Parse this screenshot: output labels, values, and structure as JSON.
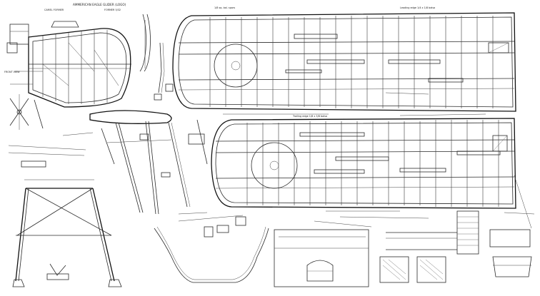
{
  "sheet": {
    "title": "AMMERICAN EAGLE GLIDER (LOGO)",
    "background": "#ffffff",
    "line_color": "#1c1c1c"
  },
  "fuselage_view": {
    "name": "fuselage-side-view"
  },
  "upper_wing": {
    "name": "upper-wing-plan",
    "header_note_left": "1/8 sq. bal. spars",
    "header_note_right": "Leading edge 1/4 x 1/8 balsa"
  },
  "lower_wing": {
    "name": "lower-wing-plan",
    "header_note_left": "Trailing edge 1/8 x 3/8 balsa"
  },
  "landing_gear": {
    "name": "landing-gear-front-view"
  },
  "tail_details": {
    "name": "tail-surfaces"
  },
  "icons": {
    "rib": "rib-icon",
    "spar": "spar-icon",
    "strut": "strut-icon"
  }
}
